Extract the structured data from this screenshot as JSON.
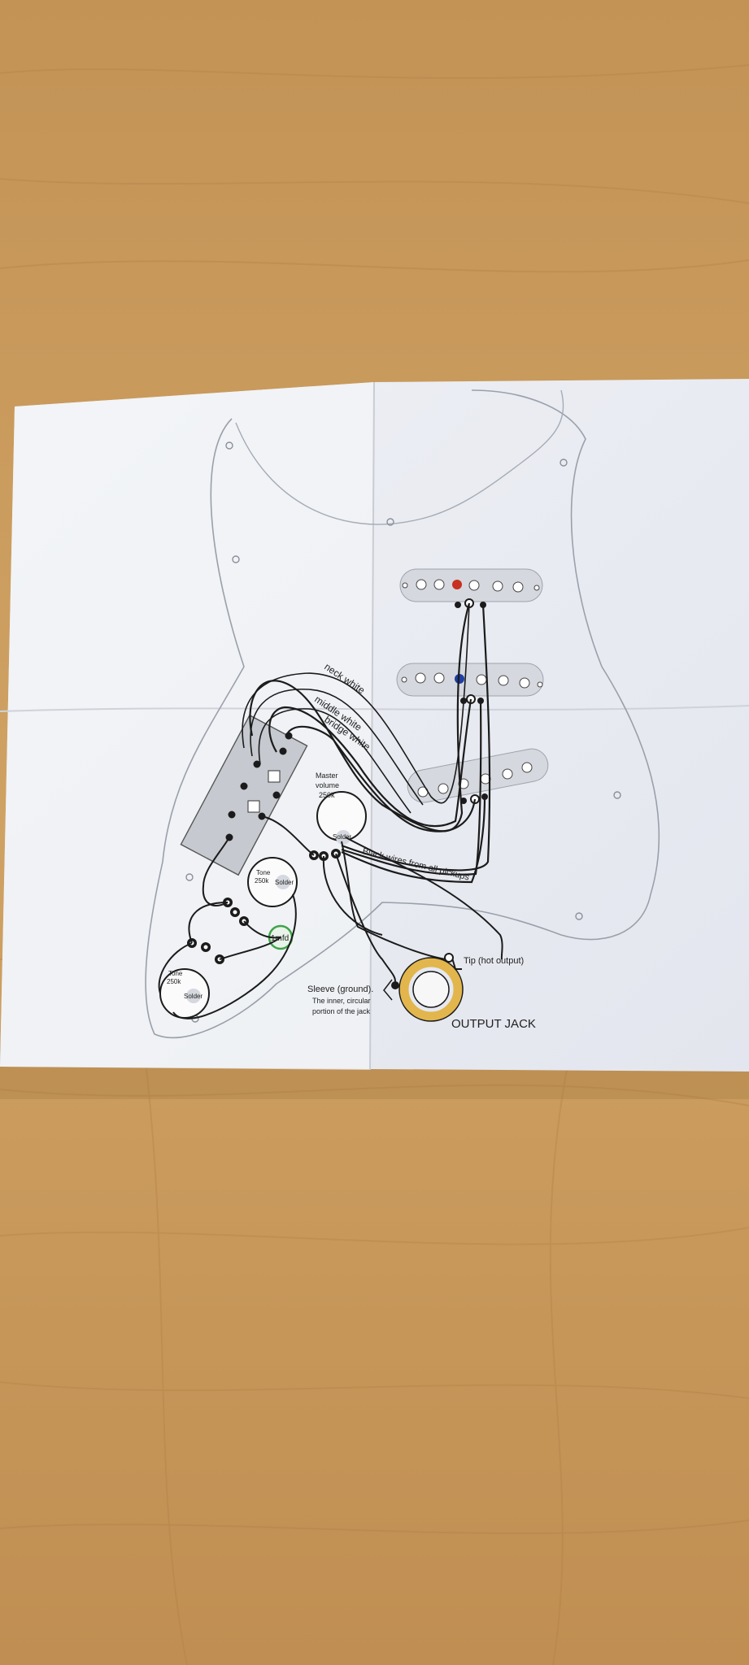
{
  "labels": {
    "neck_white": "neck white",
    "middle_white": "middle white",
    "bridge_white": "bridge white",
    "master_volume_1": "Master",
    "master_volume_2": "volume",
    "master_volume_3": "250k",
    "solder": "Solder",
    "black_wires": "Black wires from all pickups",
    "tone_mid_1": "Tone",
    "tone_mid_2": "250k",
    "tone_low_1": "Tone",
    "tone_low_2": "250k",
    "capacitor": "1mfd",
    "tip": "Tip (hot output)",
    "sleeve_1": "Sleeve (ground).",
    "sleeve_2": "The inner, circular",
    "sleeve_3": "portion of the jack",
    "output_jack": "OUTPUT JACK"
  },
  "colors": {
    "table": "#c99a5b",
    "paper": "#f4f5f8",
    "wire": "#1b1b1b",
    "pickup_pole_red": "#c8301f",
    "pickup_pole_blue": "#1f3ea0",
    "capacitor_green": "#3fa34a",
    "jack_ring": "#e2b64c"
  }
}
